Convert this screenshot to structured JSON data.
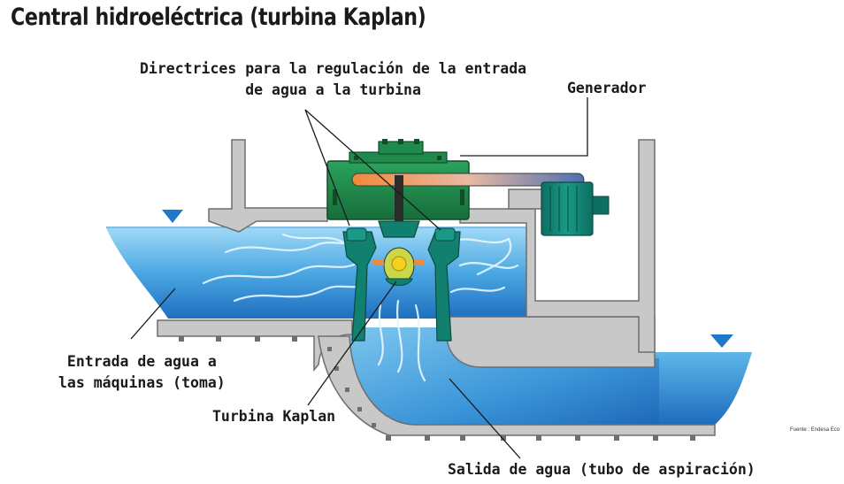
{
  "title": "Central hidroeléctrica (turbina Kaplan)",
  "labels": {
    "directrices": [
      "Directrices para la regulación de la entrada",
      "de agua a la turbina"
    ],
    "generador": "Generador",
    "entrada": [
      "Entrada de agua a",
      "las máquinas (toma)"
    ],
    "turbina": "Turbina Kaplan",
    "salida": "Salida de agua (tubo de aspiración)"
  },
  "source": "Fuente : Endesa Eco",
  "colors": {
    "water_light": "#8fd0f2",
    "water_dark": "#1f78c8",
    "concrete": "#c8c8c8",
    "concrete_edge": "#6e6e6e",
    "machine_green": "#1f8a4c",
    "turbine_teal": "#12806f",
    "text": "#1a1a1a"
  }
}
